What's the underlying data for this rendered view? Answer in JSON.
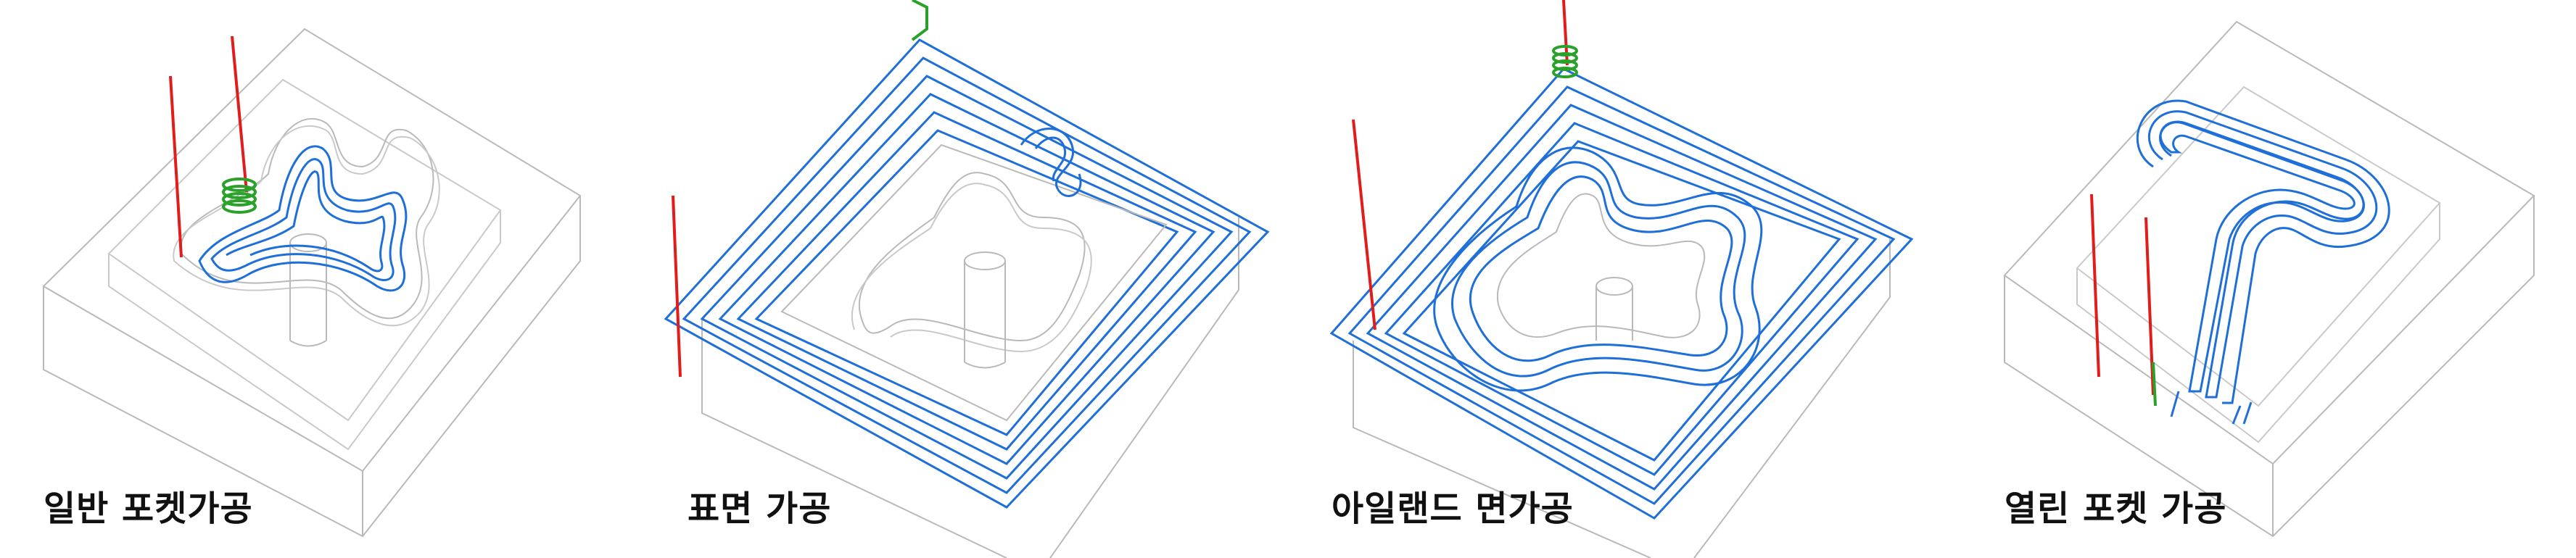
{
  "panels": [
    {
      "id": "normal-pocket",
      "caption": "일반 포켓가공"
    },
    {
      "id": "surface",
      "caption": "표면 가공"
    },
    {
      "id": "island-face",
      "caption": "아일랜드 면가공"
    },
    {
      "id": "open-pocket",
      "caption": "열린 포켓 가공"
    }
  ],
  "colors": {
    "toolpath": "#1f6fd8",
    "plunge": "#e21b1b",
    "tool": "#2aa12a",
    "wireframe": "#b9b9b9"
  }
}
